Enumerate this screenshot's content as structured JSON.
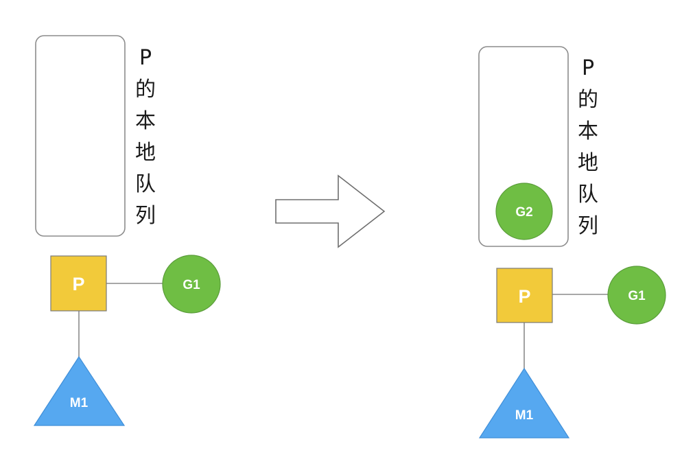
{
  "left_state": {
    "queue_label_chars": [
      "P",
      "的",
      "本",
      "地",
      "队",
      "列"
    ],
    "queue_items": [],
    "processor": {
      "label": "P"
    },
    "goroutine": {
      "label": "G1"
    },
    "machine": {
      "label": "M1"
    }
  },
  "transition": {
    "icon": "right-arrow-icon"
  },
  "right_state": {
    "queue_label_chars": [
      "P",
      "的",
      "本",
      "地",
      "队",
      "列"
    ],
    "queue_items": [
      {
        "label": "G2"
      }
    ],
    "processor": {
      "label": "P"
    },
    "goroutine": {
      "label": "G1"
    },
    "machine": {
      "label": "M1"
    }
  },
  "colors": {
    "processor_fill": "#F2CA3A",
    "goroutine_fill": "#6FBE44",
    "goroutine_stroke": "#5A9C3A",
    "machine_fill": "#56A8F0",
    "machine_stroke": "#3F8ED8",
    "queue_stroke": "#8C8C8C",
    "connector": "#8A8A8A",
    "arrow_stroke": "#6E6E6E"
  }
}
